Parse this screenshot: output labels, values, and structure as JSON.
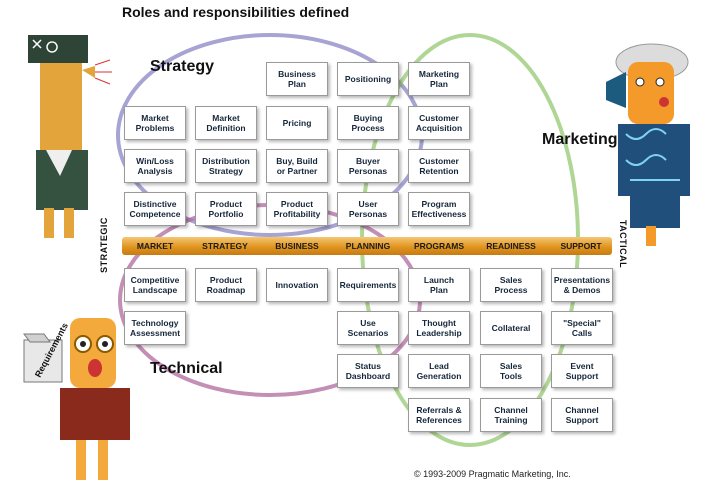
{
  "title": "Roles and responsibilities defined",
  "groups": {
    "strategy": "Strategy",
    "marketing": "Marketing",
    "technical": "Technical"
  },
  "axis": {
    "left": "STRATEGIC",
    "right": "TACTICAL"
  },
  "columns": [
    "MARKET",
    "STRATEGY",
    "BUSINESS",
    "PLANNING",
    "PROGRAMS",
    "READINESS",
    "SUPPORT"
  ],
  "boxes": {
    "business_plan": "Business\nPlan",
    "positioning": "Positioning",
    "marketing_plan": "Marketing\nPlan",
    "market_problems": "Market\nProblems",
    "market_definition": "Market\nDefinition",
    "pricing": "Pricing",
    "buying_process": "Buying\nProcess",
    "customer_acquisition": "Customer\nAcquisition",
    "win_loss": "Win/Loss\nAnalysis",
    "distribution_strategy": "Distribution\nStrategy",
    "buy_build_partner": "Buy, Build\nor Partner",
    "buyer_personas": "Buyer\nPersonas",
    "customer_retention": "Customer\nRetention",
    "distinctive_competence": "Distinctive\nCompetence",
    "product_portfolio": "Product\nPortfolio",
    "product_profitability": "Product\nProfitability",
    "user_personas": "User\nPersonas",
    "program_effectiveness": "Program\nEffectiveness",
    "competitive_landscape": "Competitive\nLandscape",
    "product_roadmap": "Product\nRoadmap",
    "innovation": "Innovation",
    "requirements": "Requirements",
    "launch_plan": "Launch\nPlan",
    "sales_process": "Sales\nProcess",
    "presentations_demos": "Presentations\n& Demos",
    "technology_assessment": "Technology\nAssessment",
    "use_scenarios": "Use\nScenarios",
    "thought_leadership": "Thought\nLeadership",
    "collateral": "Collateral",
    "special_calls": "\"Special\"\nCalls",
    "status_dashboard": "Status\nDashboard",
    "lead_generation": "Lead\nGeneration",
    "sales_tools": "Sales\nTools",
    "event_support": "Event\nSupport",
    "referrals_references": "Referrals &\nReferences",
    "channel_training": "Channel\nTraining",
    "channel_support": "Channel\nSupport"
  },
  "illustration": {
    "sign_text": "Requirements"
  },
  "colors": {
    "strategy_ring": "#8a86c6",
    "marketing_ring": "#9ccc7c",
    "technical_ring": "#b06a9e",
    "band": "#e0951f"
  },
  "copyright": "© 1993-2009 Pragmatic Marketing, Inc."
}
